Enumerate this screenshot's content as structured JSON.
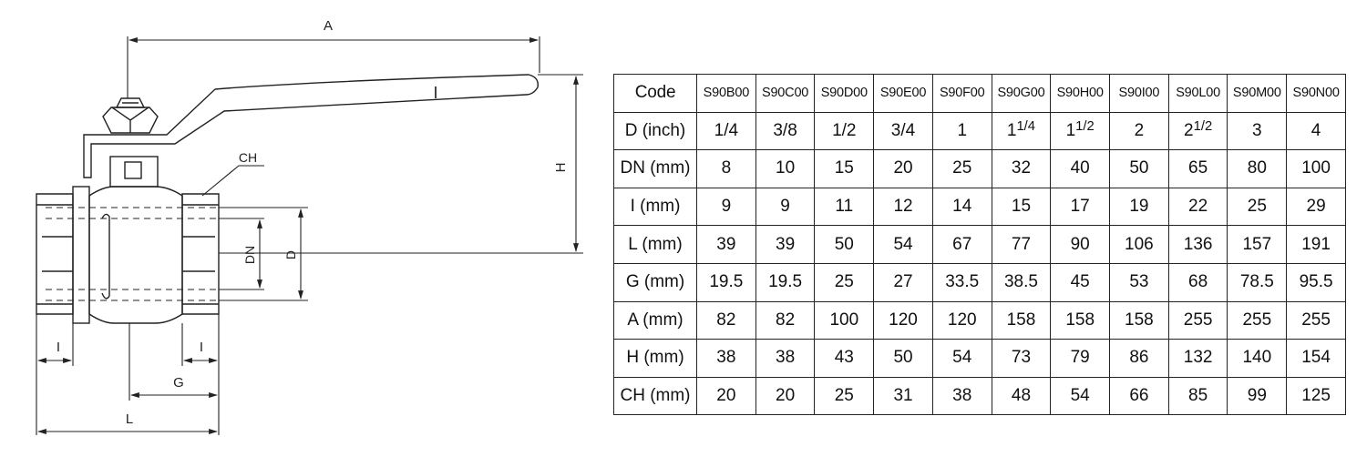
{
  "drawing": {
    "labels": {
      "A": "A",
      "H": "H",
      "CH": "CH",
      "DN": "DN",
      "D": "D",
      "I_left": "I",
      "I_right": "I",
      "G": "G",
      "L": "L",
      "handle_mark": "I"
    }
  },
  "table": {
    "rows": [
      {
        "label": "Code",
        "cells": [
          "S90B00",
          "S90C00",
          "S90D00",
          "S90E00",
          "S90F00",
          "S90G00",
          "S90H00",
          "S90I00",
          "S90L00",
          "S90M00",
          "S90N00"
        ]
      },
      {
        "label": "D  (inch)",
        "cells": [
          "1/4",
          "3/8",
          "1/2",
          "3/4",
          "1",
          "1 1/4",
          "1 1/2",
          "2",
          "2 1/2",
          "3",
          "4"
        ]
      },
      {
        "label": "DN (mm)",
        "cells": [
          "8",
          "10",
          "15",
          "20",
          "25",
          "32",
          "40",
          "50",
          "65",
          "80",
          "100"
        ]
      },
      {
        "label": "I  (mm)",
        "cells": [
          "9",
          "9",
          "11",
          "12",
          "14",
          "15",
          "17",
          "19",
          "22",
          "25",
          "29"
        ]
      },
      {
        "label": "L  (mm)",
        "cells": [
          "39",
          "39",
          "50",
          "54",
          "67",
          "77",
          "90",
          "106",
          "136",
          "157",
          "191"
        ]
      },
      {
        "label": "G  (mm)",
        "cells": [
          "19.5",
          "19.5",
          "25",
          "27",
          "33.5",
          "38.5",
          "45",
          "53",
          "68",
          "78.5",
          "95.5"
        ]
      },
      {
        "label": "A  (mm)",
        "cells": [
          "82",
          "82",
          "100",
          "120",
          "120",
          "158",
          "158",
          "158",
          "255",
          "255",
          "255"
        ]
      },
      {
        "label": "H  (mm)",
        "cells": [
          "38",
          "38",
          "43",
          "50",
          "54",
          "73",
          "79",
          "86",
          "132",
          "140",
          "154"
        ]
      },
      {
        "label": "CH (mm)",
        "cells": [
          "20",
          "20",
          "25",
          "31",
          "38",
          "48",
          "54",
          "66",
          "85",
          "99",
          "125"
        ]
      }
    ]
  }
}
